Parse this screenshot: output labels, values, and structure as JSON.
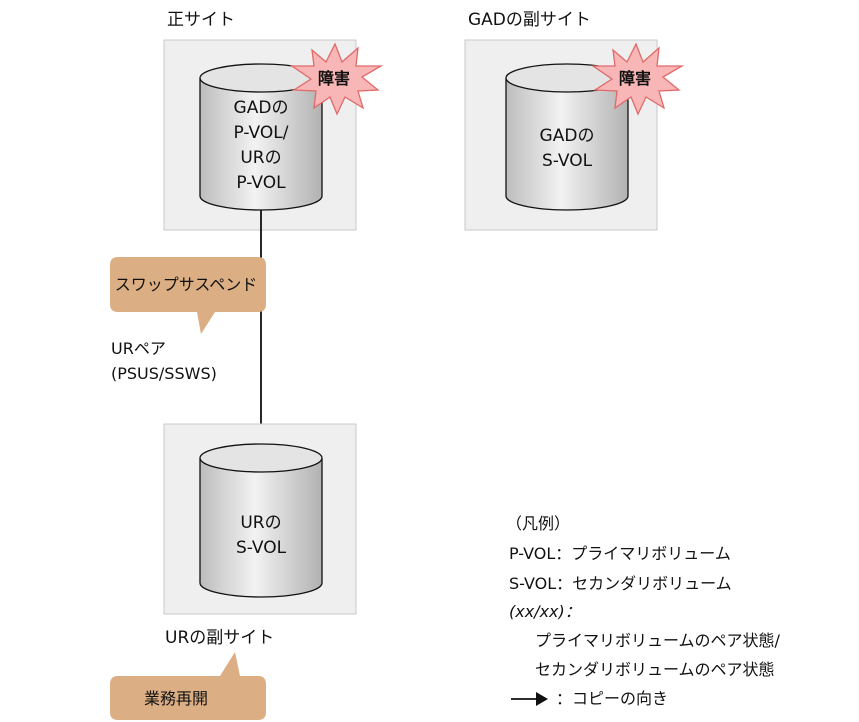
{
  "sites": {
    "primary": {
      "title": "正サイト",
      "volume_lines": [
        "GADの",
        "P-VOL/",
        "URの",
        "P-VOL"
      ],
      "failure": "障害"
    },
    "gad_secondary": {
      "title": "GADの副サイト",
      "volume_lines": [
        "GADの",
        "S-VOL"
      ],
      "failure": "障害"
    },
    "ur_secondary": {
      "title": "URの副サイト",
      "volume_lines": [
        "URの",
        "S-VOL"
      ]
    }
  },
  "callouts": {
    "swap": "スワップサスペンド",
    "resume": "業務再開"
  },
  "pair": {
    "line1": "URペア",
    "line2": "(PSUS/SSWS)"
  },
  "legend": {
    "title": "（凡例）",
    "pvol": "P-VOL：プライマリボリューム",
    "svol": "S-VOL：セカンダリボリューム",
    "status_key": "(xx/xx)：",
    "status_desc1": "プライマリボリュームのペア状態/",
    "status_desc2": "セカンダリボリュームのペア状態",
    "copy_dir": "：コピーの向き"
  },
  "colors": {
    "site_bg": "#efefef",
    "site_border": "#c8c8c8",
    "burst_fill": "#f9b6b6",
    "burst_stroke": "#e06a6a",
    "callout_fill": "#dcae84"
  }
}
